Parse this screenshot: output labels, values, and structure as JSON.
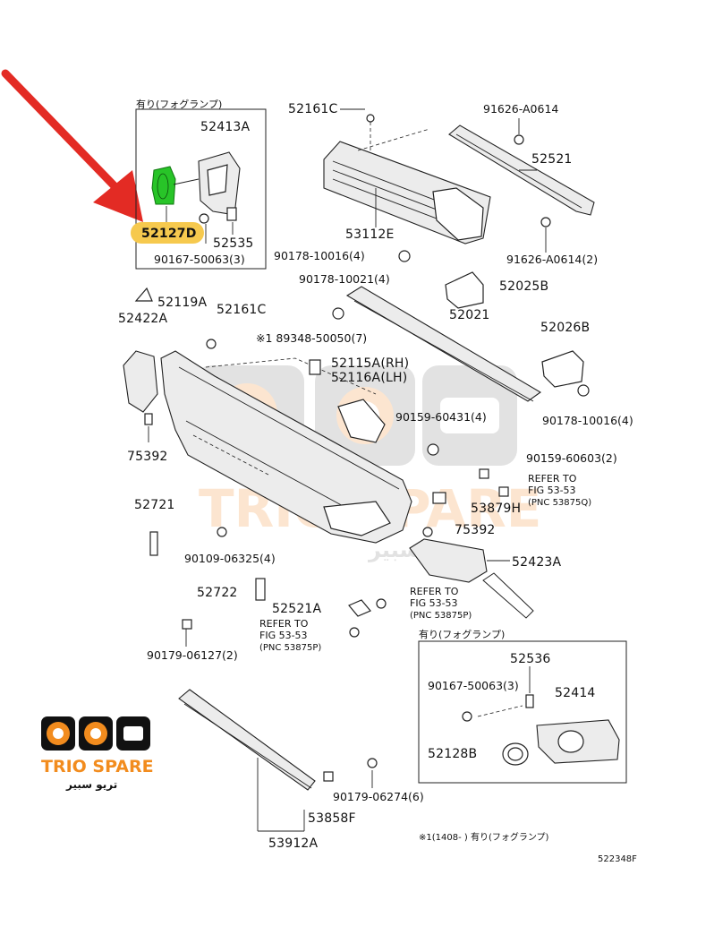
{
  "callouts": {
    "box1_note": "有り(フォグランプ)",
    "p52413A": "52413A",
    "p52127D": "52127D",
    "p52535": "52535",
    "p90167_top": "90167-50063(3)",
    "p52161C_top": "52161C",
    "p53112E": "53112E",
    "p91626_top": "91626-A0614",
    "p52521": "52521",
    "p91626_bottom": "91626-A0614(2)",
    "p90178_10016_top": "90178-10016(4)",
    "p90178_10021": "90178-10021(4)",
    "p52025B": "52025B",
    "p52021": "52021",
    "p52119A": "52119A",
    "p52161C_mid": "52161C",
    "p52422A": "52422A",
    "p89348": "※1 89348-50050(7)",
    "p52115A": "52115A(RH)",
    "p52116A": "52116A(LH)",
    "p52026B": "52026B",
    "p90159_60431": "90159-60431(4)",
    "p90178_10016_right": "90178-10016(4)",
    "p75392_left": "75392",
    "p90159_60603": "90159-60603(2)",
    "refer1_a": "REFER TO",
    "refer1_b": "FIG 53-53",
    "refer1_c": "(PNC 53875Q)",
    "p53879H": "53879H",
    "p52721": "52721",
    "p75392_right": "75392",
    "p52423A": "52423A",
    "p90109": "90109-06325(4)",
    "p52722": "52722",
    "p52521A": "52521A",
    "refer2_a": "REFER TO",
    "refer2_b": "FIG 53-53",
    "refer2_c": "(PNC 53875P)",
    "refer3_a": "REFER TO",
    "refer3_b": "FIG 53-53",
    "refer3_c": "(PNC 53875P)",
    "box2_note": "有り(フォグランプ)",
    "p90179_06127": "90179-06127(2)",
    "p52536": "52536",
    "p90167_bottom": "90167-50063(3)",
    "p52414": "52414",
    "p52128B": "52128B",
    "p90179_06274": "90179-06274(6)",
    "p53858F": "53858F",
    "p53912A": "53912A",
    "footnote": "※1(1408-      ) 有り(フォグランプ)",
    "diagram_code": "522348F"
  },
  "logo": {
    "brand": "TRIO SPARE",
    "brand_ar": "تريو سبير",
    "watermark": "TRIO SPARE",
    "watermark_ar": "تريو سبير"
  },
  "colors": {
    "arrow": "#e32b24",
    "highlight": "#f6c94e",
    "green_part": "#28c428",
    "brand_orange": "#f28c1e",
    "logo_dark": "#111111"
  }
}
